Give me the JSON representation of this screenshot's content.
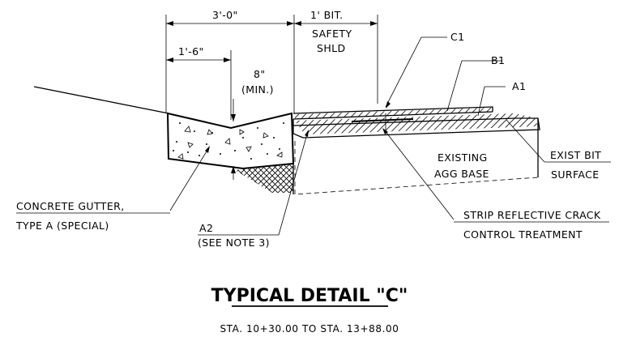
{
  "dimensions": {
    "overall_width": "3'-0\"",
    "gutter_width": "1'-6\"",
    "depth": "8\"",
    "depth_note": "(MIN.)",
    "shoulder_line1": "1' BIT.",
    "shoulder_line2": "SAFETY",
    "shoulder_line3": "SHLD"
  },
  "layer_labels": {
    "c1": "C1",
    "b1": "B1",
    "a1": "A1",
    "a2": "A2",
    "a2_note": "(SEE NOTE 3)"
  },
  "callouts": {
    "existing_base_line1": "EXISTING",
    "existing_base_line2": "AGG BASE",
    "exist_bit_line1": "EXIST BIT",
    "exist_bit_line2": "SURFACE",
    "gutter_line1": "CONCRETE GUTTER,",
    "gutter_line2": "TYPE A (SPECIAL)",
    "strip_line1": "STRIP REFLECTIVE CRACK",
    "strip_line2": "CONTROL TREATMENT"
  },
  "title": "TYPICAL DETAIL \"C\"",
  "station_range": "STA. 10+30.00 TO STA. 13+88.00"
}
